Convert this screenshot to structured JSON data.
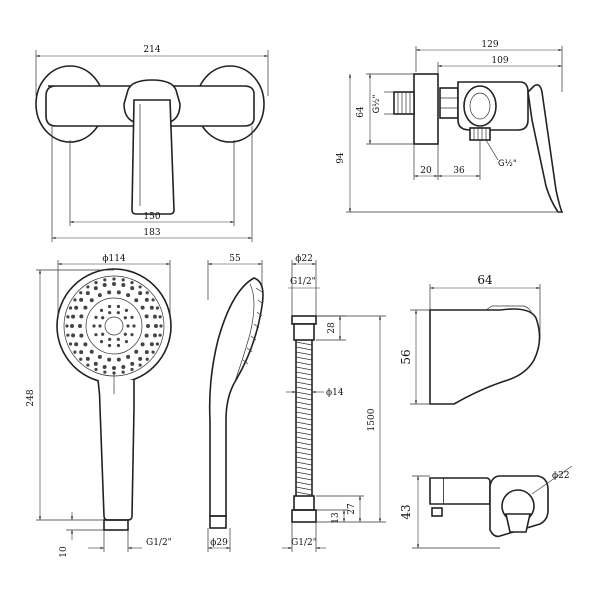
{
  "mixer_front": {
    "width_overall": "214",
    "lever_length": "150",
    "body_width": "183"
  },
  "mixer_side": {
    "depth_overall": "129",
    "depth_body": "109",
    "height_flange": "64",
    "height_overall": "94",
    "inlet_thread": "G½\"",
    "outlet_thread": "G½\"",
    "offset_a": "20",
    "offset_b": "36"
  },
  "hand_shower_front": {
    "diameter": "ϕ114",
    "length": "248",
    "thread": "G1/2\"",
    "nut_height": "10"
  },
  "hand_shower_side": {
    "depth": "55",
    "base_diameter": "ϕ29"
  },
  "hose": {
    "top_diameter": "ϕ22",
    "top_thread": "G1/2\"",
    "top_nut": "28",
    "length": "1500",
    "hose_diameter": "ϕ14",
    "bottom_length": "27",
    "bottom_nut": "13",
    "bottom_thread": "G1/2\""
  },
  "holder_side": {
    "width": "64",
    "height": "56"
  },
  "holder_front": {
    "height": "43",
    "opening": "ϕ22"
  }
}
